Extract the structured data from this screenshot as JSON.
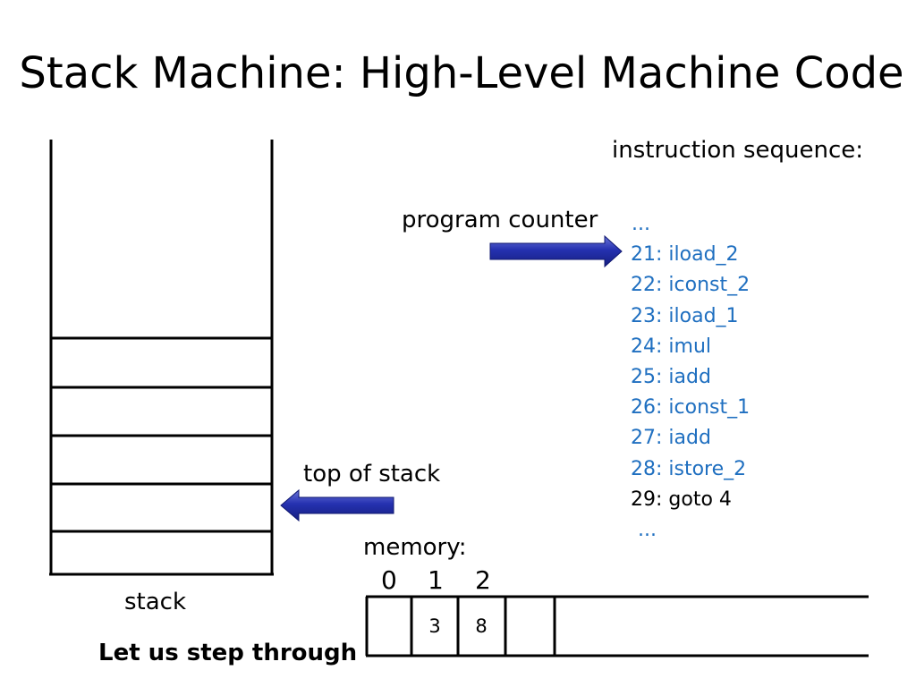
{
  "slide": {
    "title": "Stack Machine: High-Level Machine Code",
    "instruction_heading": "instruction sequence:",
    "program_counter_label": "program counter",
    "top_of_stack_label": "top of stack",
    "stack_label": "stack",
    "memory_label": "memory:",
    "footer": "Let us step through"
  },
  "instructions": [
    "...",
    "21: iload_2",
    "22: iconst_2",
    "23: iload_1",
    "24: imul",
    "25: iadd",
    "26: iconst_1",
    "27: iadd",
    "28: istore_2",
    "29: goto 4",
    "..."
  ],
  "memory": {
    "indices": [
      "0",
      "1",
      "2"
    ],
    "values": [
      "",
      "3",
      "8",
      ""
    ]
  },
  "colors": {
    "instruction_text": "#1f6fc0",
    "arrow": "#1e2aa0"
  }
}
